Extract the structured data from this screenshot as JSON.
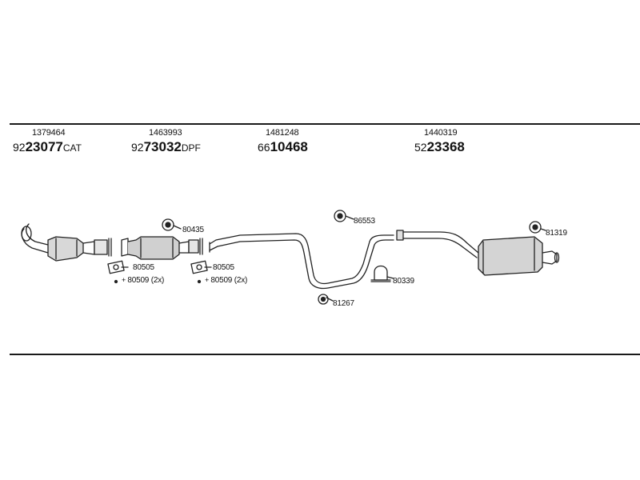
{
  "parts": [
    {
      "oe": "1379464",
      "prefix": "92",
      "main": "23077",
      "suffix": "CAT"
    },
    {
      "oe": "1463993",
      "prefix": "92",
      "main": "73032",
      "suffix": "DPF"
    },
    {
      "oe": "1481248",
      "prefix": "66",
      "main": "10468",
      "suffix": ""
    },
    {
      "oe": "1440319",
      "prefix": "52",
      "main": "23368",
      "suffix": ""
    }
  ],
  "callouts": {
    "c1_gasket": "80505",
    "c1_bolts": "80509 (2x)",
    "c2_clamp": "80435",
    "c2_gasket": "80505",
    "c2_bolts": "80509 (2x)",
    "c3_mount": "86553",
    "c3_hanger": "81267",
    "c3_clamp": "80339",
    "c4_mount": "81319"
  }
}
